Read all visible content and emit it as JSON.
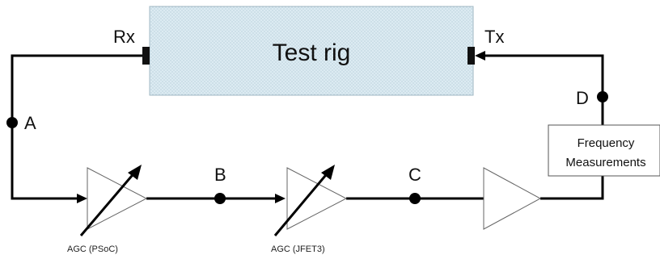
{
  "test_rig": {
    "label": "Test rig",
    "rx_label": "Rx",
    "tx_label": "Tx"
  },
  "nodes": {
    "a": "A",
    "b": "B",
    "c": "C",
    "d": "D"
  },
  "amplifiers": {
    "agc1_label": "AGC (PSoC)",
    "agc2_label": "AGC (JFET3)"
  },
  "frequency_box": {
    "line1": "Frequency",
    "line2": "Measurements"
  }
}
